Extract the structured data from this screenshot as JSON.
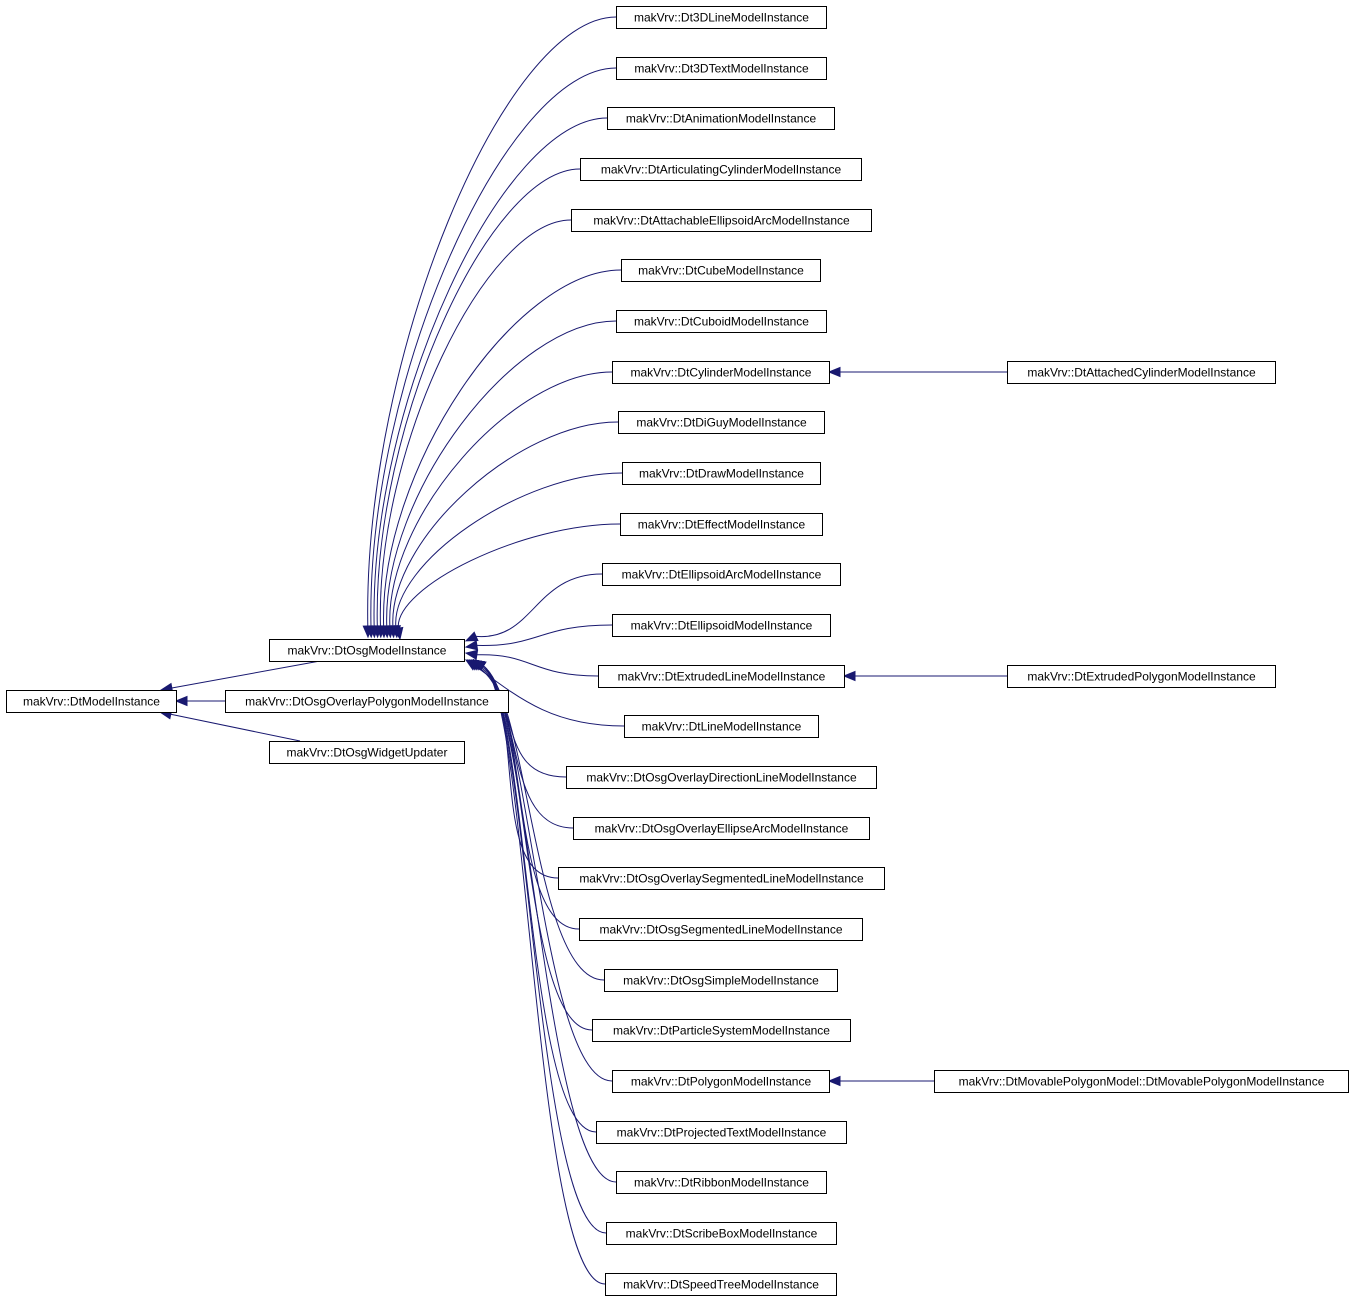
{
  "diagram": {
    "type": "inheritance-graph",
    "edge_color": "#191970",
    "nodes": [
      {
        "id": "root",
        "label": "makVrv::DtModelInstance"
      },
      {
        "id": "osg",
        "label": "makVrv::DtOsgModelInstance"
      },
      {
        "id": "opoly",
        "label": "makVrv::DtOsgOverlayPolygonModelInstance"
      },
      {
        "id": "widget",
        "label": "makVrv::DtOsgWidgetUpdater"
      },
      {
        "id": "c0",
        "label": "makVrv::Dt3DLineModelInstance"
      },
      {
        "id": "c1",
        "label": "makVrv::Dt3DTextModelInstance"
      },
      {
        "id": "c2",
        "label": "makVrv::DtAnimationModelInstance"
      },
      {
        "id": "c3",
        "label": "makVrv::DtArticulatingCylinderModelInstance"
      },
      {
        "id": "c4",
        "label": "makVrv::DtAttachableEllipsoidArcModelInstance"
      },
      {
        "id": "c5",
        "label": "makVrv::DtCubeModelInstance"
      },
      {
        "id": "c6",
        "label": "makVrv::DtCuboidModelInstance"
      },
      {
        "id": "c7",
        "label": "makVrv::DtCylinderModelInstance"
      },
      {
        "id": "c8",
        "label": "makVrv::DtDiGuyModelInstance"
      },
      {
        "id": "c9",
        "label": "makVrv::DtDrawModelInstance"
      },
      {
        "id": "c10",
        "label": "makVrv::DtEffectModelInstance"
      },
      {
        "id": "c11",
        "label": "makVrv::DtEllipsoidArcModelInstance"
      },
      {
        "id": "c12",
        "label": "makVrv::DtEllipsoidModelInstance"
      },
      {
        "id": "c13",
        "label": "makVrv::DtExtrudedLineModelInstance"
      },
      {
        "id": "c14",
        "label": "makVrv::DtLineModelInstance"
      },
      {
        "id": "c15",
        "label": "makVrv::DtOsgOverlayDirectionLineModelInstance"
      },
      {
        "id": "c16",
        "label": "makVrv::DtOsgOverlayEllipseArcModelInstance"
      },
      {
        "id": "c17",
        "label": "makVrv::DtOsgOverlaySegmentedLineModelInstance"
      },
      {
        "id": "c18",
        "label": "makVrv::DtOsgSegmentedLineModelInstance"
      },
      {
        "id": "c19",
        "label": "makVrv::DtOsgSimpleModelInstance"
      },
      {
        "id": "c20",
        "label": "makVrv::DtParticleSystemModelInstance"
      },
      {
        "id": "c21",
        "label": "makVrv::DtPolygonModelInstance"
      },
      {
        "id": "c22",
        "label": "makVrv::DtProjectedTextModelInstance"
      },
      {
        "id": "c23",
        "label": "makVrv::DtRibbonModelInstance"
      },
      {
        "id": "c24",
        "label": "makVrv::DtScribeBoxModelInstance"
      },
      {
        "id": "c25",
        "label": "makVrv::DtSpeedTreeModelInstance"
      },
      {
        "id": "g7",
        "label": "makVrv::DtAttachedCylinderModelInstance"
      },
      {
        "id": "g13",
        "label": "makVrv::DtExtrudedPolygonModelInstance"
      },
      {
        "id": "g21",
        "label": "makVrv::DtMovablePolygonModel::DtMovablePolygonModelInstance"
      }
    ],
    "edges": [
      {
        "from": "osg",
        "to": "root"
      },
      {
        "from": "opoly",
        "to": "root"
      },
      {
        "from": "widget",
        "to": "root"
      },
      {
        "from": "c0",
        "to": "osg"
      },
      {
        "from": "c1",
        "to": "osg"
      },
      {
        "from": "c2",
        "to": "osg"
      },
      {
        "from": "c3",
        "to": "osg"
      },
      {
        "from": "c4",
        "to": "osg"
      },
      {
        "from": "c5",
        "to": "osg"
      },
      {
        "from": "c6",
        "to": "osg"
      },
      {
        "from": "c7",
        "to": "osg"
      },
      {
        "from": "c8",
        "to": "osg"
      },
      {
        "from": "c9",
        "to": "osg"
      },
      {
        "from": "c10",
        "to": "osg"
      },
      {
        "from": "c11",
        "to": "osg"
      },
      {
        "from": "c12",
        "to": "osg"
      },
      {
        "from": "c13",
        "to": "osg"
      },
      {
        "from": "c14",
        "to": "osg"
      },
      {
        "from": "c15",
        "to": "osg"
      },
      {
        "from": "c16",
        "to": "osg"
      },
      {
        "from": "c17",
        "to": "osg"
      },
      {
        "from": "c18",
        "to": "osg"
      },
      {
        "from": "c19",
        "to": "osg"
      },
      {
        "from": "c20",
        "to": "osg"
      },
      {
        "from": "c21",
        "to": "osg"
      },
      {
        "from": "c22",
        "to": "osg"
      },
      {
        "from": "c23",
        "to": "osg"
      },
      {
        "from": "c24",
        "to": "osg"
      },
      {
        "from": "c25",
        "to": "osg"
      },
      {
        "from": "g7",
        "to": "c7"
      },
      {
        "from": "g13",
        "to": "c13"
      },
      {
        "from": "g21",
        "to": "c21"
      }
    ]
  }
}
